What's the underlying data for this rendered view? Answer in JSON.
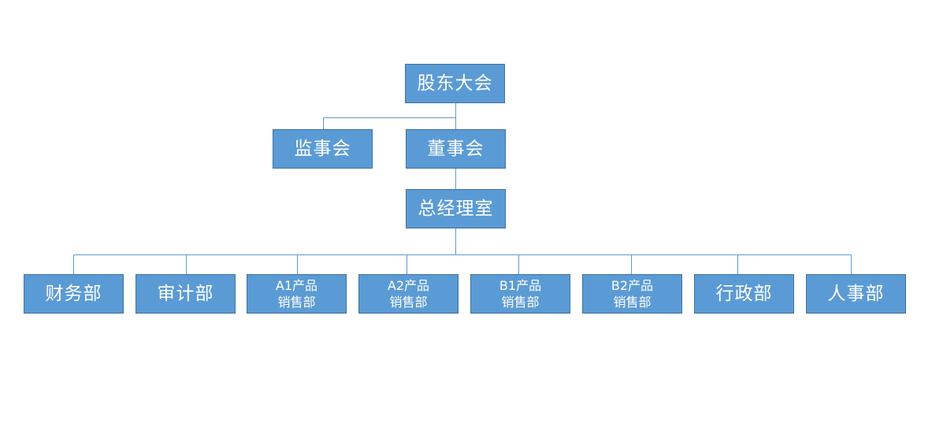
{
  "diagram": {
    "colors": {
      "box_fill": "#5b9bd5",
      "box_border": "#41719c",
      "text": "#ffffff",
      "connector": "#5b9bd5"
    },
    "nodes": {
      "shareholders_meeting": "股东大会",
      "supervisory_board": "监事会",
      "board_of_directors": "董事会",
      "general_manager_office": "总经理室",
      "finance": "财务部",
      "audit": "审计部",
      "a1_sales": "A1产品\n销售部",
      "a2_sales": "A2产品\n销售部",
      "b1_sales": "B1产品\n销售部",
      "b2_sales": "B2产品\n销售部",
      "administration": "行政部",
      "human_resources": "人事部"
    }
  }
}
